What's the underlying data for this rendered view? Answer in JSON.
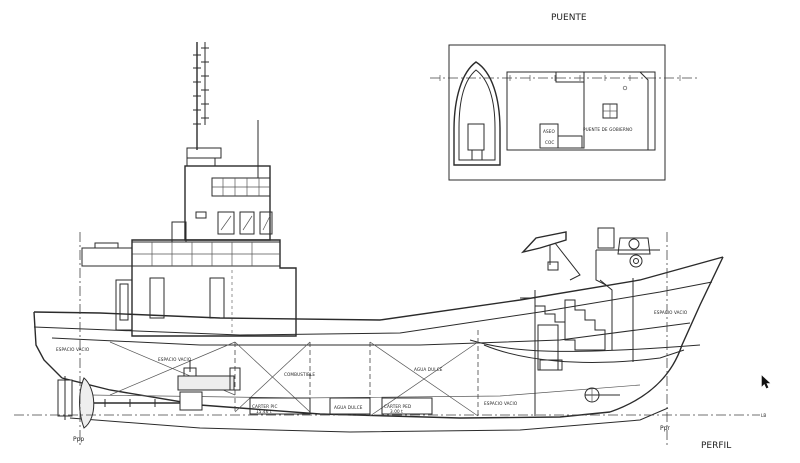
{
  "titles": {
    "plan": "PUENTE",
    "profile": "PERFIL"
  },
  "compartments": {
    "espacio_vacio_aft": "ESPACIO VACIO",
    "espacio_vacio_fwd": "ESPACIO VACIO",
    "espacio_vacio_mid": "ESPACIO VACIO",
    "espacio_vacio_bottom": "ESPACIO VACIO",
    "combustible": "COMBUSTIBLE",
    "agua_dulce_upper": "AGUA DULCE",
    "agua_dulce_lower": "AGUA DULCE",
    "carter_lower": "CARTER PED",
    "carter_upper": "CARTER PIC",
    "carter_upper_val": "15.46 t",
    "carter_lower_val": "3.00 t"
  },
  "marks": {
    "baseline": "LB",
    "perp_aft": "Ppp",
    "perp_fwd": "Ppr"
  },
  "plan_labels": {
    "bridge": "PUENTE DE GOBIERNO",
    "room_a": "ASEO",
    "room_b": "COC"
  },
  "colors": {
    "line": "#2b2b2b",
    "background": "#ffffff"
  }
}
